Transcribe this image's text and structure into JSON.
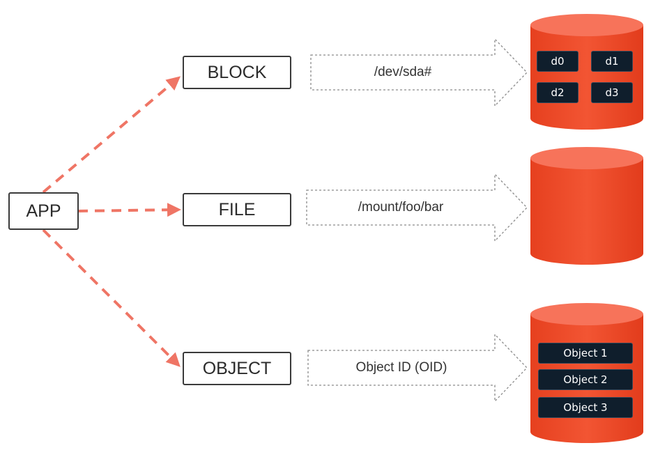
{
  "nodes": {
    "app": "APP",
    "block": "BLOCK",
    "file": "FILE",
    "object": "OBJECT"
  },
  "arrows": {
    "block": "/dev/sda#",
    "file": "/mount/foo/bar",
    "object": "Object ID (OID)"
  },
  "block_store": {
    "devices": [
      "d0",
      "d1",
      "d2",
      "d3"
    ]
  },
  "object_store": {
    "objects": [
      "Object 1",
      "Object 2",
      "Object 3"
    ]
  },
  "colors": {
    "cylinder": "#f04a2a",
    "cylinder_top": "#f7735a",
    "dashed": "#ef7565",
    "chip": "#0f1e2c"
  }
}
